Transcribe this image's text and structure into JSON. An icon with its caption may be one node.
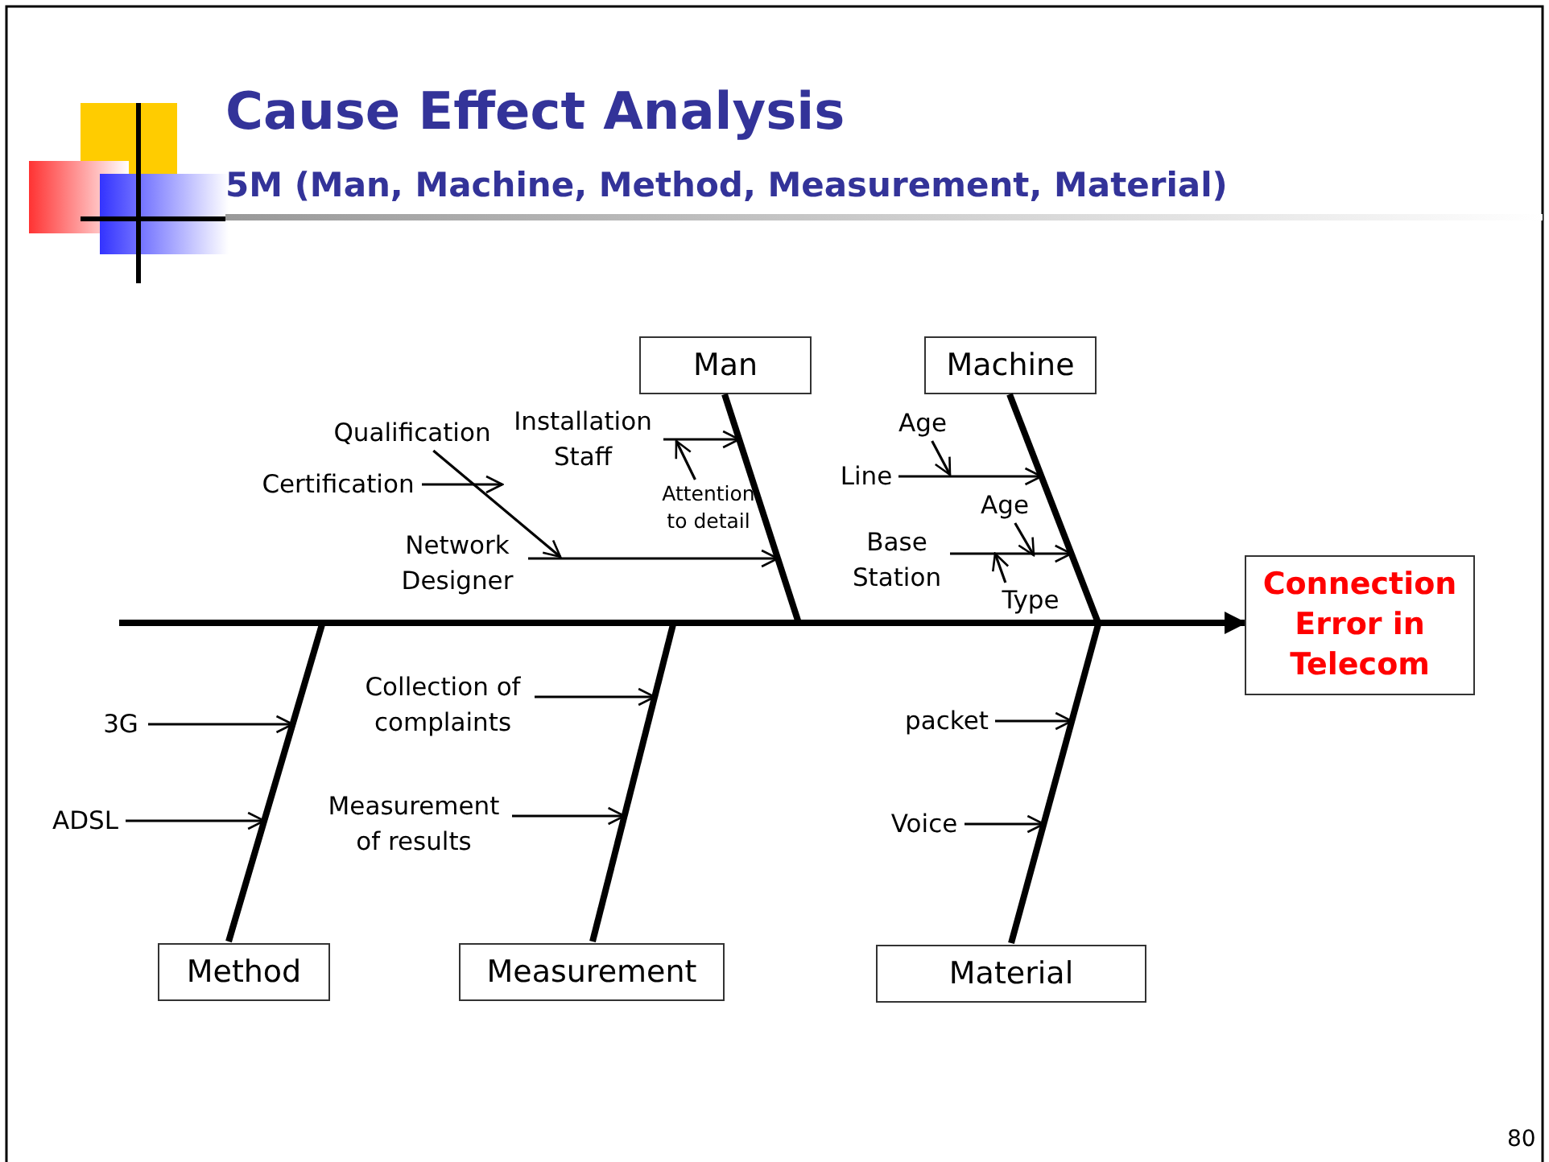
{
  "diagram": {
    "title": "Cause Effect Analysis",
    "nodes": [
      {
        "text": [
          "Man"
        ]
      },
      {
        "text": [
          "Machine"
        ]
      },
      {
        "text": [
          "Connection Error in Telecom"
        ]
      },
      {
        "text": [
          "Method"
        ]
      },
      {
        "text": [
          "Measurement"
        ]
      },
      {
        "text": [
          "Material"
        ]
      },
      {
        "text": [
          "Qualification"
        ]
      },
      {
        "text": [
          "Installation Staff"
        ]
      },
      {
        "text": [
          "Certification"
        ]
      },
      {
        "text": [
          "Attention to detail"
        ]
      },
      {
        "text": [
          "Network Designer"
        ]
      },
      {
        "text": [
          "Age"
        ]
      },
      {
        "text": [
          "Line"
        ]
      },
      {
        "text": [
          "Age"
        ]
      },
      {
        "text": [
          "Base Station"
        ]
      },
      {
        "text": [
          "Type"
        ]
      },
      {
        "text": [
          "3G"
        ]
      },
      {
        "text": [
          "Collection of complaints"
        ]
      },
      {
        "text": [
          "packet"
        ]
      },
      {
        "text": [
          "ADSL"
        ]
      },
      {
        "text": [
          "Measurement of results"
        ]
      },
      {
        "text": [
          "Voice"
        ]
      },
      {
        "text": [],
        "shape": "line"
      },
      {
        "text": [],
        "shape": "line"
      },
      {
        "text": [],
        "shape": "line"
      },
      {
        "text": [],
        "shape": "line"
      },
      {
        "text": [],
        "shape": "line"
      }
    ],
    "edges": [
      {
        "from": null,
        "to": 2,
        "arrow": "to",
        "style": "thick"
      },
      {
        "from": 6,
        "to": 10,
        "arrow": "to"
      },
      {
        "from": 7,
        "to": 22,
        "arrow": "to"
      },
      {
        "from": 8,
        "to": 6,
        "arrow": "to"
      },
      {
        "from": 9,
        "to": 7,
        "arrow": "to"
      },
      {
        "from": 10,
        "to": 22,
        "arrow": "to"
      },
      {
        "from": 11,
        "to": 12,
        "arrow": "to"
      },
      {
        "from": 12,
        "to": 23,
        "arrow": "to"
      },
      {
        "from": 13,
        "to": null,
        "arrow": "to"
      },
      {
        "from": 14,
        "to": 23,
        "arrow": "to"
      },
      {
        "from": 15,
        "to": 14,
        "arrow": "to"
      },
      {
        "from": 16,
        "to": 24,
        "arrow": "to"
      },
      {
        "from": 17,
        "to": 25,
        "arrow": "to"
      },
      {
        "from": 18,
        "to": 26,
        "arrow": "to"
      },
      {
        "from": 19,
        "to": 24,
        "arrow": "to"
      },
      {
        "from": 20,
        "to": 25,
        "arrow": "to"
      },
      {
        "from": 21,
        "to": 26,
        "arrow": "to"
      }
    ],
    "labels": [
      "5M (Man, Machine, Method, Measurement, Material)",
      "80"
    ]
  }
}
